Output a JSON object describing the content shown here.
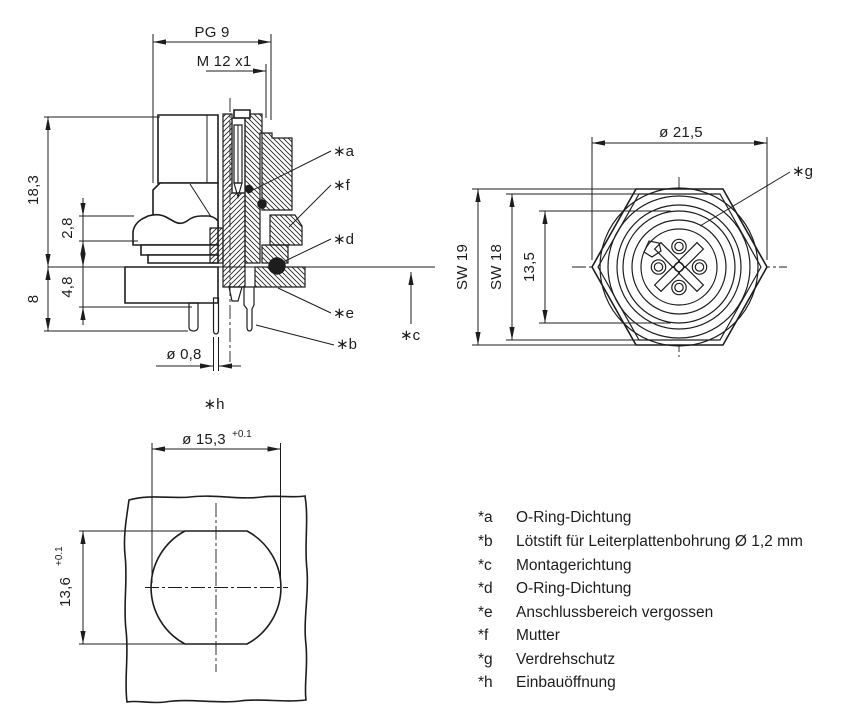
{
  "colors": {
    "ink": "#1d1d1d",
    "background": "#ffffff"
  },
  "section_view": {
    "dim_pg9": "PG 9",
    "dim_m12": "M 12 x1",
    "dim_18_3": "18,3",
    "dim_2_8": "2,8",
    "dim_4_8": "4,8",
    "dim_8": "8",
    "dim_0_8": "ø 0,8",
    "callout_a": "∗a",
    "callout_f": "∗f",
    "callout_d": "∗d",
    "callout_e": "∗e",
    "callout_b": "∗b",
    "callout_c": "∗c",
    "callout_h": "∗h"
  },
  "face_view": {
    "dim_dia_21_5": "ø 21,5",
    "dim_sw19": "SW 19",
    "dim_sw18": "SW 18",
    "dim_13_5": "13,5",
    "callout_g": "∗g"
  },
  "cutout_view": {
    "dim_dia_15_3": "ø 15,3",
    "tol_15_3": "+0.1",
    "dim_13_6": "13,6",
    "tol_13_6": "+0.1"
  },
  "legend": {
    "items": [
      {
        "key": "*a",
        "label": "O-Ring-Dichtung"
      },
      {
        "key": "*b",
        "label": "Lötstift für Leiterplattenbohrung Ø 1,2 mm"
      },
      {
        "key": "*c",
        "label": "Montagerichtung"
      },
      {
        "key": "*d",
        "label": "O-Ring-Dichtung"
      },
      {
        "key": "*e",
        "label": "Anschlussbereich vergossen"
      },
      {
        "key": "*f",
        "label": "Mutter"
      },
      {
        "key": "*g",
        "label": "Verdrehschutz"
      },
      {
        "key": "*h",
        "label": "Einbauöffnung"
      }
    ]
  }
}
